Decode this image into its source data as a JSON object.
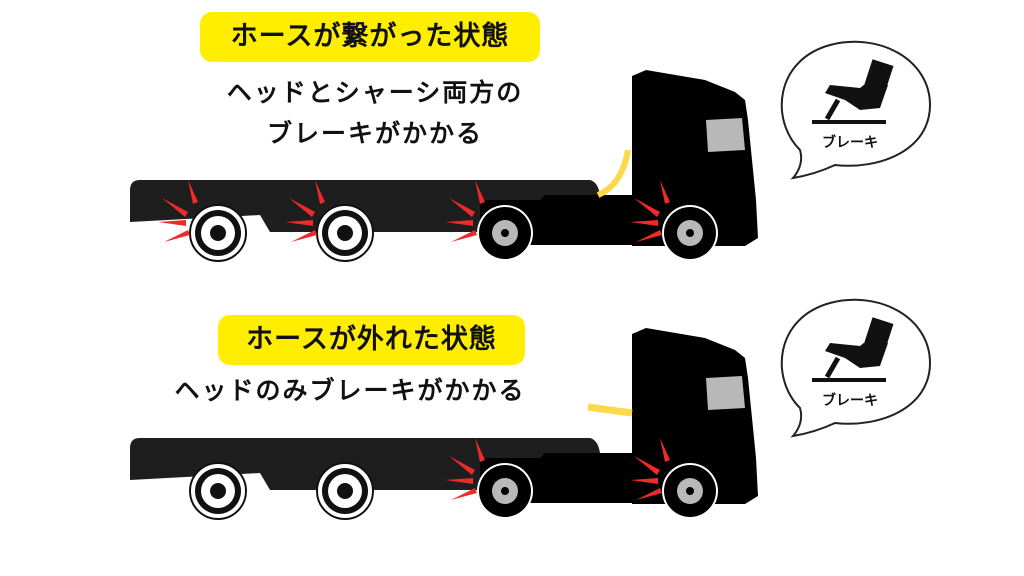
{
  "top": {
    "label": "ホースが繋がった状態",
    "desc_line1": "ヘッドとシャーシ両方の",
    "desc_line2": "ブレーキがかかる",
    "bubble_text": "ブレーキ"
  },
  "bottom": {
    "label": "ホースが外れた状態",
    "desc_line1": "ヘッドのみブレーキがかかる",
    "bubble_text": "ブレーキ"
  },
  "colors": {
    "highlight": "#ffee00",
    "brake_mark": "#ee2a2a",
    "hose": "#ffd84a",
    "truck": "#000000",
    "trailer": "#1e1e1e"
  }
}
